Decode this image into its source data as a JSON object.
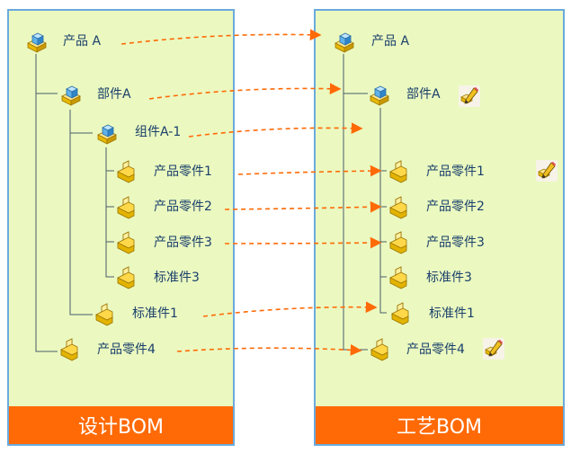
{
  "left_panel": {
    "footer": "设计BOM",
    "nodes": [
      {
        "label": "产品 A",
        "icon": "assembly-icon"
      },
      {
        "label": "部件A",
        "icon": "assembly-icon"
      },
      {
        "label": "组件A-1",
        "icon": "assembly-icon"
      },
      {
        "label": "产品零件1",
        "icon": "part-icon"
      },
      {
        "label": "产品零件2",
        "icon": "part-icon"
      },
      {
        "label": "产品零件3",
        "icon": "part-icon"
      },
      {
        "label": "标准件3",
        "icon": "part-icon"
      },
      {
        "label": "标准件1",
        "icon": "part-icon"
      },
      {
        "label": "产品零件4",
        "icon": "part-icon"
      }
    ]
  },
  "right_panel": {
    "footer": "工艺BOM",
    "nodes": [
      {
        "label": "产品 A",
        "icon": "assembly-icon"
      },
      {
        "label": "部件A",
        "icon": "assembly-icon",
        "edit": true
      },
      {
        "label": "产品零件1",
        "icon": "part-icon",
        "edit": true
      },
      {
        "label": "产品零件2",
        "icon": "part-icon"
      },
      {
        "label": "产品零件3",
        "icon": "part-icon"
      },
      {
        "label": "标准件3",
        "icon": "part-icon"
      },
      {
        "label": "标准件1",
        "icon": "part-icon"
      },
      {
        "label": "产品零件4",
        "icon": "part-icon",
        "edit": true
      }
    ]
  },
  "colors": {
    "panel_bg": "#ebf9c0",
    "panel_border": "#6aaadd",
    "footer_bg": "#ff6a06",
    "arrow": "#ff6a06",
    "tree_line": "#4a5a6a",
    "label": "#1a3f6b"
  }
}
